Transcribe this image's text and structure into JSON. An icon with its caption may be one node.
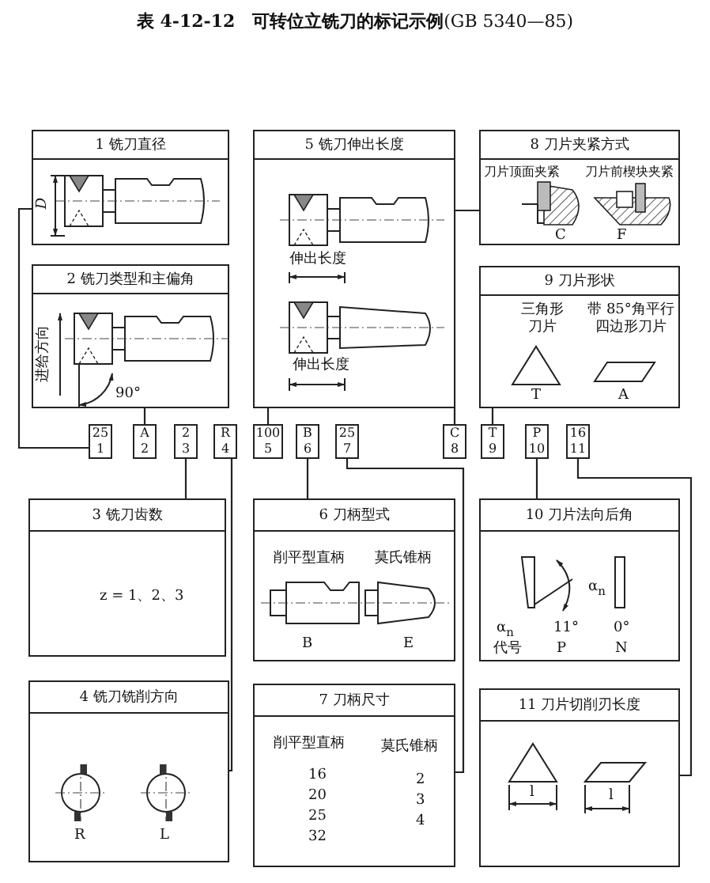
{
  "diagram": {
    "title": "**表 4-12-12　可转位立铣刀的标记示例**(GB 5340—85)",
    "nodes": [
      {
        "text": [
          "1 铣刀直径",
          "D"
        ]
      },
      {
        "text": [
          "2 铣刀类型和主偏角",
          "进给方向",
          "90°"
        ]
      },
      {
        "text": [
          "5 铣刀伸出长度",
          "伸出长度",
          "伸出长度"
        ]
      },
      {
        "text": [
          "8 刀片夹紧方式",
          "刀片顶面夹紧",
          "刀片前楔块夹紧",
          "C",
          "F"
        ]
      },
      {
        "text": [
          "9 刀片形状",
          "三角形刀片",
          "带 85°角平行四边形刀片",
          "T",
          "A"
        ]
      },
      {
        "text": [
          "25",
          "1"
        ]
      },
      {
        "text": [
          "A",
          "2"
        ]
      },
      {
        "text": [
          "2",
          "3"
        ]
      },
      {
        "text": [
          "R",
          "4"
        ]
      },
      {
        "text": [
          "100",
          "5"
        ]
      },
      {
        "text": [
          "B",
          "6"
        ]
      },
      {
        "text": [
          "25",
          "7"
        ]
      },
      {
        "text": [
          "C",
          "8"
        ]
      },
      {
        "text": [
          "T",
          "9"
        ]
      },
      {
        "text": [
          "P",
          "10"
        ]
      },
      {
        "text": [
          "16",
          "11"
        ]
      },
      {
        "text": [
          "3 铣刀齿数",
          "z = 1、2、3"
        ]
      },
      {
        "text": [
          "6 刀柄型式",
          "削平型直柄",
          "莫氏锥柄",
          "B",
          "E"
        ]
      },
      {
        "text": [
          "10 刀片法向后角",
          "α$_{n}$",
          "α$_{n}$",
          "11°",
          "0°",
          "代号",
          "P",
          "N"
        ]
      },
      {
        "text": [
          "4 铣刀铣削方向",
          "R",
          "L"
        ]
      },
      {
        "text": [
          "7 刀柄尺寸",
          "削平型直柄",
          "莫氏锥柄",
          "16",
          "20",
          "25",
          "32",
          "2",
          "3",
          "4"
        ]
      },
      {
        "text": [
          "11 刀片切削刃长度",
          "l",
          "l"
        ]
      }
    ],
    "edges": [
      {
        "from": 5,
        "to": 0,
        "arrow": "none"
      },
      {
        "from": 6,
        "to": 1,
        "arrow": "none"
      },
      {
        "from": 7,
        "to": 16,
        "arrow": "none"
      },
      {
        "from": 8,
        "to": 19,
        "arrow": "none"
      },
      {
        "from": 9,
        "to": 2,
        "arrow": "none"
      },
      {
        "from": 10,
        "to": 17,
        "arrow": "none"
      },
      {
        "from": 11,
        "to": 20,
        "arrow": "none"
      },
      {
        "from": 12,
        "to": 3,
        "arrow": "none"
      },
      {
        "from": 13,
        "to": 4,
        "arrow": "none"
      },
      {
        "from": 14,
        "to": 18,
        "arrow": "none"
      },
      {
        "from": 15,
        "to": 21,
        "arrow": "none"
      }
    ]
  }
}
